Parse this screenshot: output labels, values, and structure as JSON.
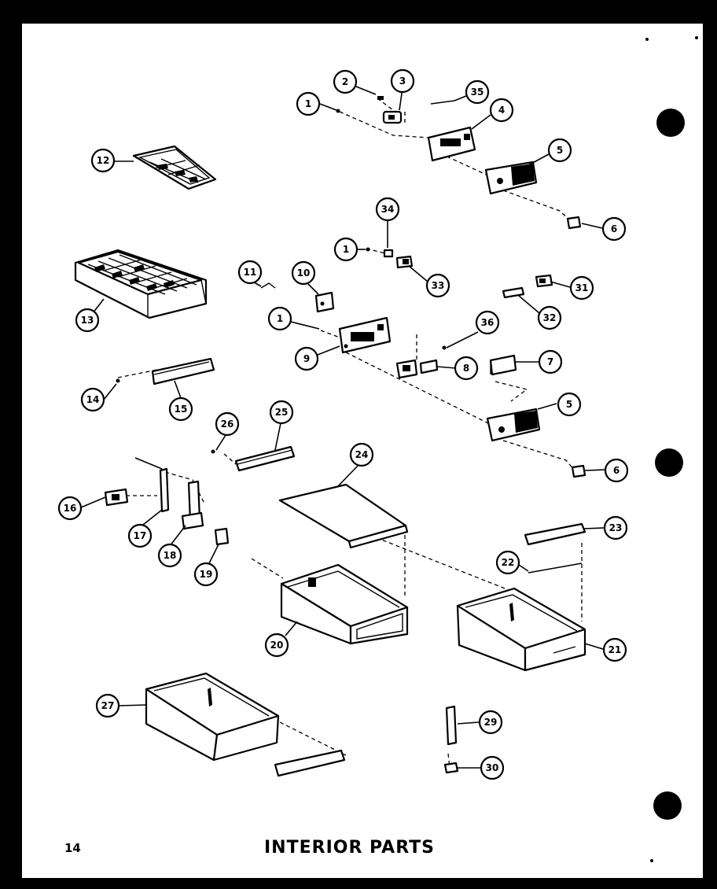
{
  "page": {
    "number": "14",
    "title": "INTERIOR PARTS"
  },
  "callouts": [
    "1",
    "2",
    "3",
    "35",
    "4",
    "5",
    "6",
    "12",
    "34",
    "1",
    "33",
    "11",
    "10",
    "31",
    "13",
    "32",
    "1",
    "36",
    "9",
    "8",
    "7",
    "14",
    "15",
    "5",
    "26",
    "25",
    "6",
    "24",
    "23",
    "16",
    "17",
    "22",
    "18",
    "19",
    "20",
    "21",
    "27",
    "29",
    "30"
  ]
}
